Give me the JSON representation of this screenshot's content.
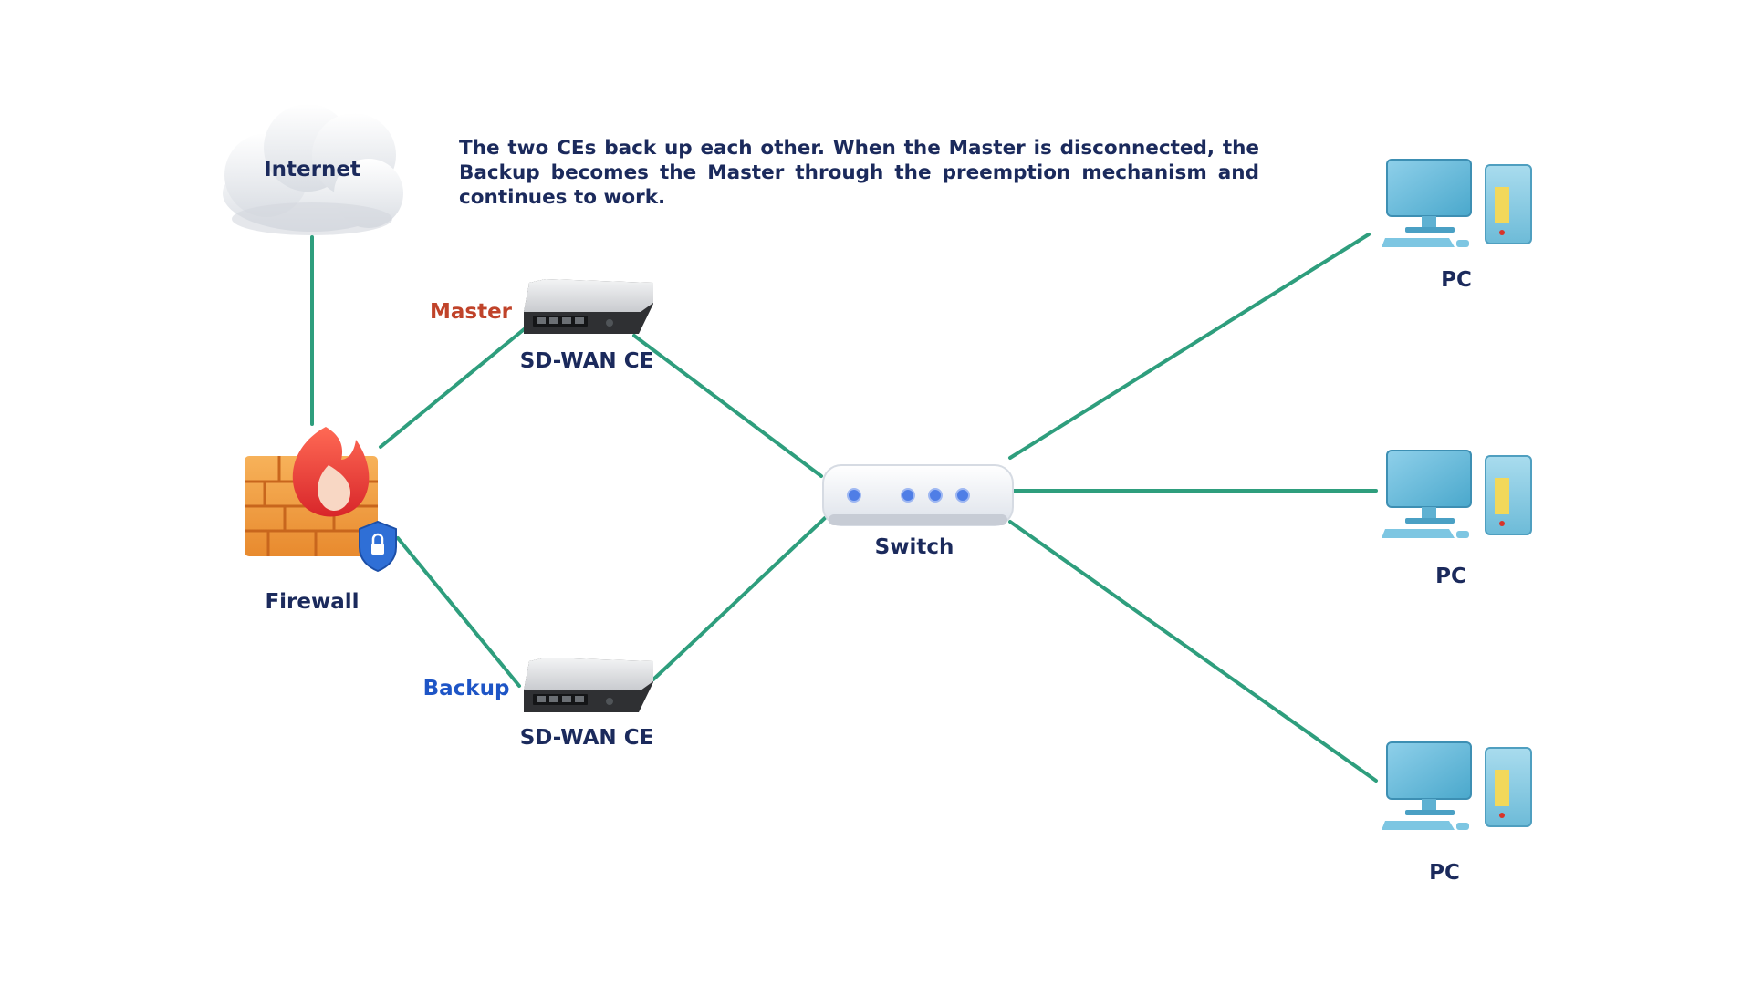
{
  "note": "The two CEs back up each other. When the Master is disconnected, the Backup becomes the Master through the preemption mechanism and continues to work.",
  "colors": {
    "link": "#2e9e7d",
    "text": "#1b2a5c",
    "master": "#c0432a",
    "backup": "#1e55c6"
  },
  "nodes": {
    "internet": {
      "label": "Internet",
      "icon": "cloud-icon"
    },
    "firewall": {
      "label": "Firewall",
      "icon": "firewall-icon"
    },
    "ce_master": {
      "label": "SD-WAN CE",
      "role": "Master",
      "icon": "router-icon"
    },
    "ce_backup": {
      "label": "SD-WAN CE",
      "role": "Backup",
      "icon": "router-icon"
    },
    "switch": {
      "label": "Switch",
      "icon": "switch-icon"
    },
    "pc_top": {
      "label": "PC",
      "icon": "desktop-pc-icon"
    },
    "pc_mid": {
      "label": "PC",
      "icon": "desktop-pc-icon"
    },
    "pc_bottom": {
      "label": "PC",
      "icon": "desktop-pc-icon"
    }
  },
  "links": [
    [
      "internet",
      "firewall"
    ],
    [
      "firewall",
      "ce_master"
    ],
    [
      "firewall",
      "ce_backup"
    ],
    [
      "ce_master",
      "switch"
    ],
    [
      "ce_backup",
      "switch"
    ],
    [
      "switch",
      "pc_top"
    ],
    [
      "switch",
      "pc_mid"
    ],
    [
      "switch",
      "pc_bottom"
    ]
  ]
}
